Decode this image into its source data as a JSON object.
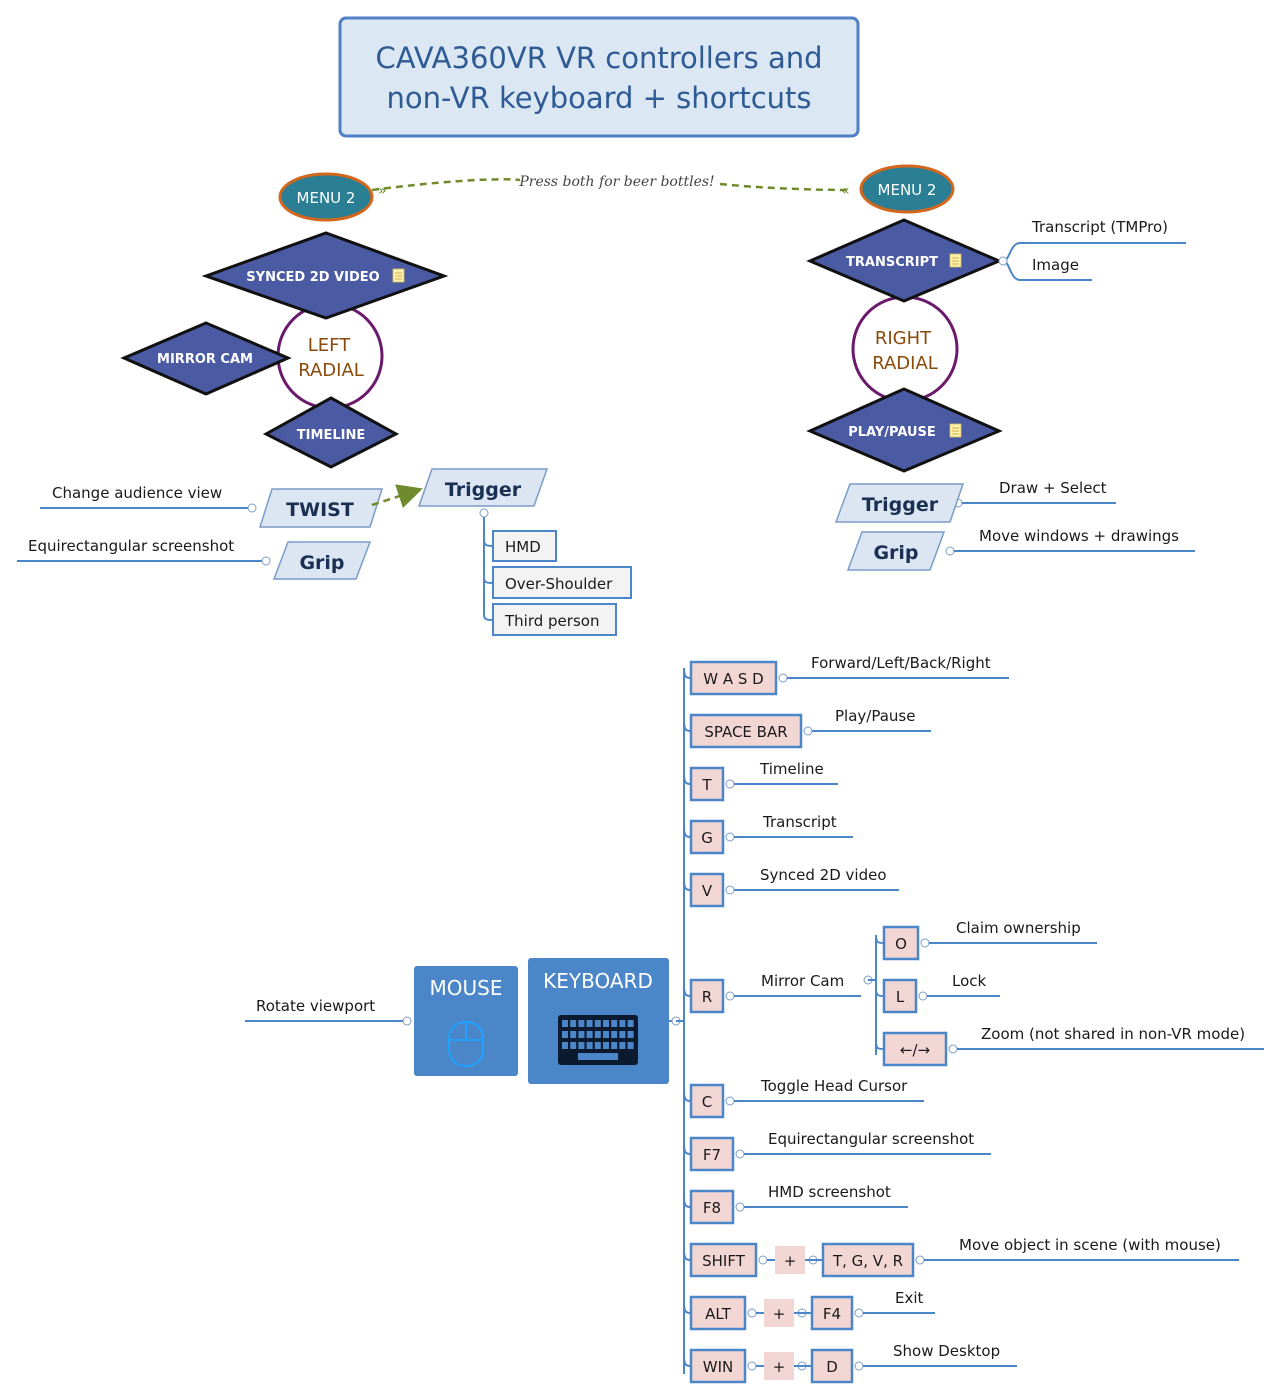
{
  "title": {
    "line1": "CAVA360VR VR controllers and",
    "line2": "non-VR keyboard + shortcuts"
  },
  "vr": {
    "menu_left": "MENU 2",
    "menu_right": "MENU 2",
    "menu_note": "Press both for beer bottles!",
    "left_radial": {
      "line1": "LEFT",
      "line2": "RADIAL"
    },
    "right_radial": {
      "line1": "RIGHT",
      "line2": "RADIAL"
    },
    "left_items": {
      "top": "SYNCED 2D VIDEO",
      "left": "MIRROR CAM",
      "bottom": "TIMELINE"
    },
    "right_items": {
      "top": "TRANSCRIPT",
      "bottom": "PLAY/PAUSE"
    },
    "transcript_children": [
      "Transcript (TMPro)",
      "Image"
    ],
    "left_controller": {
      "twist": "TWIST",
      "twist_action": "Change audience view",
      "grip": "Grip",
      "grip_action": "Equirectangular screenshot",
      "trigger": "Trigger",
      "trigger_options": [
        "HMD",
        "Over-Shoulder",
        "Third person"
      ]
    },
    "right_controller": {
      "trigger": "Trigger",
      "trigger_action": "Draw + Select",
      "grip": "Grip",
      "grip_action": "Move windows + drawings"
    }
  },
  "input": {
    "mouse": {
      "label": "MOUSE",
      "action": "Rotate viewport"
    },
    "keyboard": {
      "label": "KEYBOARD"
    },
    "keys": [
      {
        "key": "W A S D",
        "action": "Forward/Left/Back/Right"
      },
      {
        "key": "SPACE BAR",
        "action": "Play/Pause"
      },
      {
        "key": "T",
        "action": "Timeline"
      },
      {
        "key": "G",
        "action": "Transcript"
      },
      {
        "key": "V",
        "action": "Synced 2D video"
      },
      {
        "key": "R",
        "action": "Mirror Cam",
        "sub": [
          {
            "key": "O",
            "action": "Claim ownership"
          },
          {
            "key": "L",
            "action": "Lock"
          },
          {
            "key": "←/→",
            "action": "Zoom (not shared in non-VR mode)"
          }
        ]
      },
      {
        "key": "C",
        "action": "Toggle Head Cursor"
      },
      {
        "key": "F7",
        "action": "Equirectangular screenshot"
      },
      {
        "key": "F8",
        "action": "HMD screenshot"
      },
      {
        "key": "SHIFT",
        "plus": "+",
        "key2": "T, G, V, R",
        "action": "Move object in scene (with mouse)"
      },
      {
        "key": "ALT",
        "plus": "+",
        "key2": "F4",
        "action": "Exit"
      },
      {
        "key": "WIN",
        "plus": "+",
        "key2": "D",
        "action": "Show Desktop"
      }
    ]
  },
  "colors": {
    "title_bg": "#dce7f4",
    "title_border": "#4f7fc5",
    "diamond": "#4a5aa3",
    "menu_fill": "#2a7f94",
    "menu_border": "#d2671d",
    "radial_ring": "#6b1a6b",
    "line": "#4a86c8",
    "key_fill": "#f2d6d4",
    "key_border": "#4a86c8",
    "block": "#4a86c8",
    "para_fill": "#dbe6f2",
    "dashed": "#6f8b2d"
  }
}
